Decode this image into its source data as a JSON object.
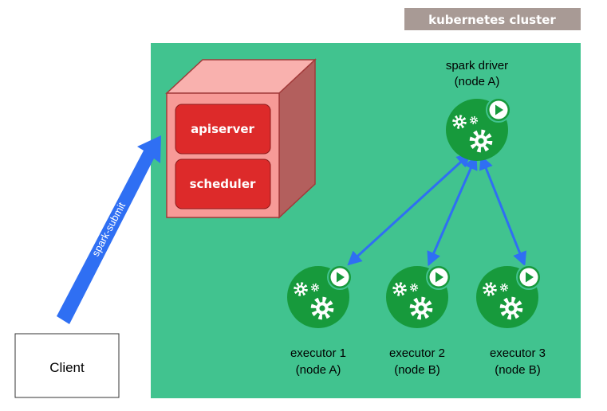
{
  "cluster": {
    "label": "kubernetes cluster",
    "badge_color": "#a89a95",
    "fill_color": "#41c38f"
  },
  "master": {
    "apiserver_label": "apiserver",
    "scheduler_label": "scheduler",
    "box_color": "#f79a97",
    "component_color": "#dd2a2a"
  },
  "client": {
    "label": "Client"
  },
  "submit_arrow": {
    "label": "spark-submit",
    "color": "#2f6ff3"
  },
  "driver": {
    "title": "spark driver",
    "node": "(node A)"
  },
  "executors": [
    {
      "title": "executor 1",
      "node": "(node A)"
    },
    {
      "title": "executor 2",
      "node": "(node B)"
    },
    {
      "title": "executor 3",
      "node": "(node B)"
    }
  ],
  "icon": {
    "name": "spark-gears-play-icon",
    "color": "#179a3c"
  },
  "connector_color": "#2f6ff3"
}
